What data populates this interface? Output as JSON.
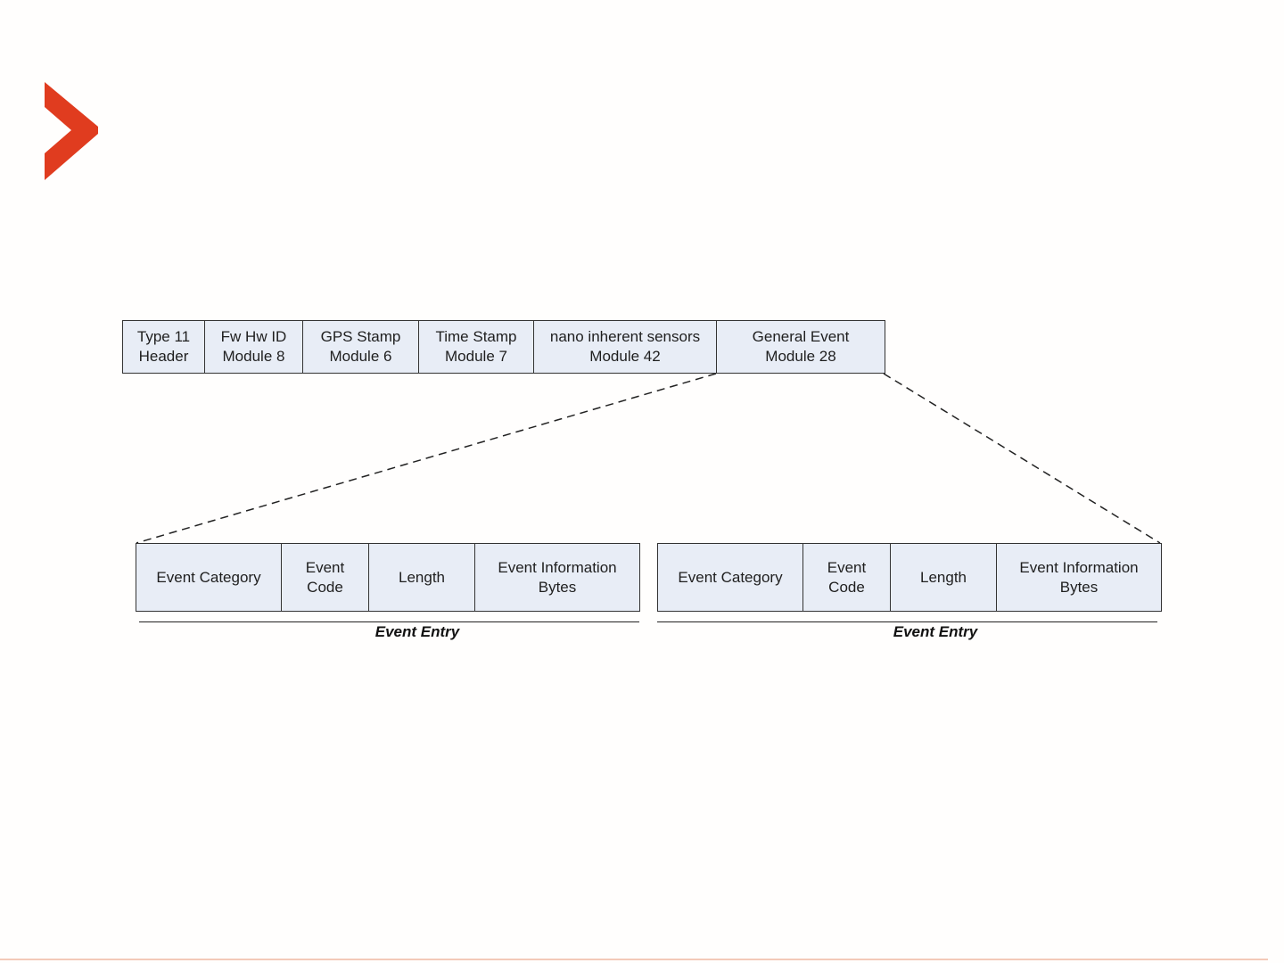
{
  "logo": {
    "icon": "chevron-right-icon",
    "color": "#e03c1f"
  },
  "packet_fields": [
    {
      "line1": "Type 11",
      "line2": "Header"
    },
    {
      "line1": "Fw Hw ID",
      "line2": "Module 8"
    },
    {
      "line1": "GPS Stamp",
      "line2": "Module 6"
    },
    {
      "line1": "Time Stamp",
      "line2": "Module 7"
    },
    {
      "line1": "nano inherent sensors",
      "line2": "Module 42"
    },
    {
      "line1": "General Event",
      "line2": "Module 28"
    }
  ],
  "event_entries": [
    {
      "label": "Event Entry",
      "fields": [
        {
          "line1": "Event Category",
          "line2": ""
        },
        {
          "line1": "Event",
          "line2": "Code"
        },
        {
          "line1": "Length",
          "line2": ""
        },
        {
          "line1": "Event Information",
          "line2": "Bytes"
        }
      ]
    },
    {
      "label": "Event Entry",
      "fields": [
        {
          "line1": "Event Category",
          "line2": ""
        },
        {
          "line1": "Event",
          "line2": "Code"
        },
        {
          "line1": "Length",
          "line2": ""
        },
        {
          "line1": "Event Information",
          "line2": "Bytes"
        }
      ]
    }
  ],
  "colors": {
    "box_fill": "#e8edf6",
    "border": "#333333",
    "accent": "#e03c1f"
  }
}
